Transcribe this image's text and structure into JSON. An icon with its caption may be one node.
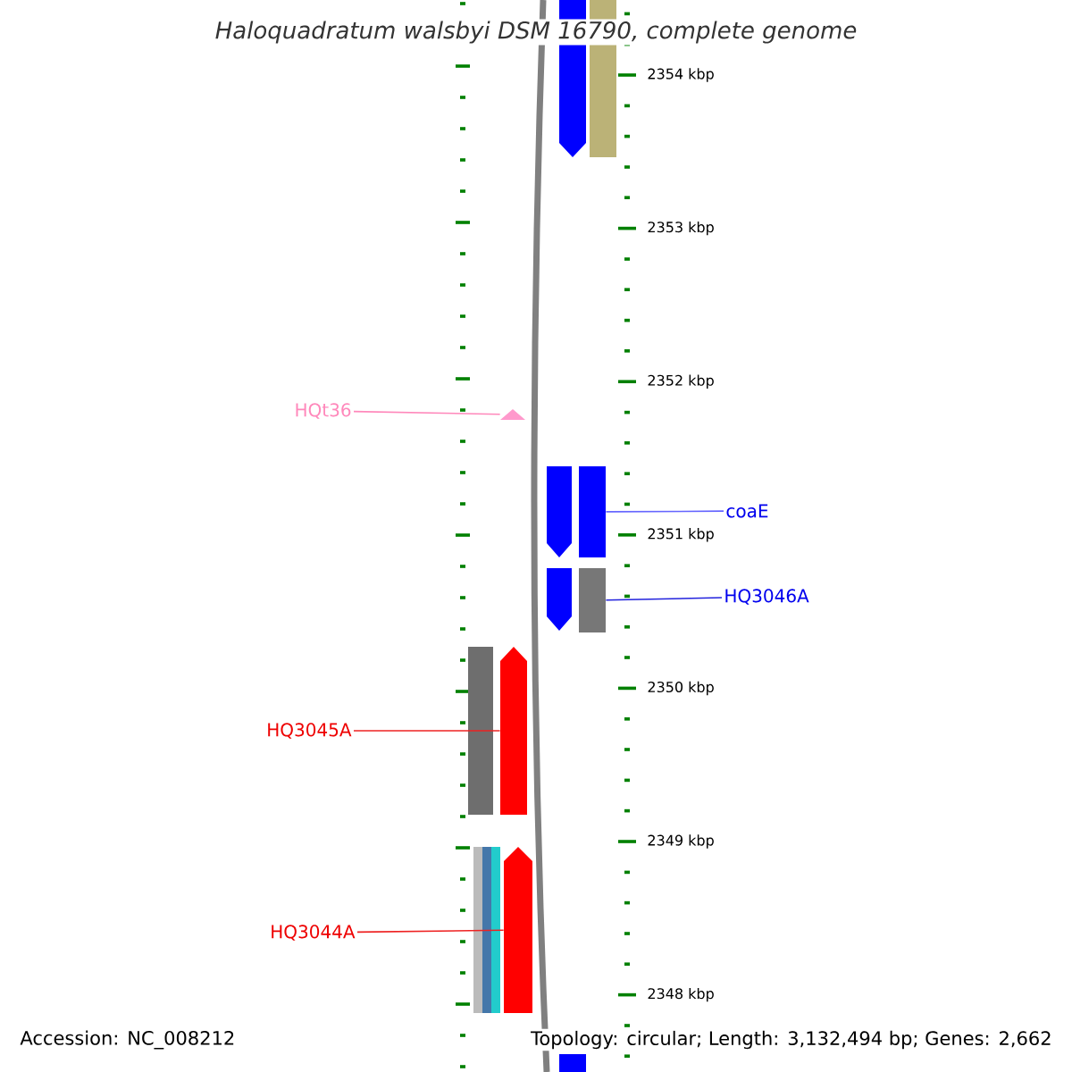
{
  "diagram": {
    "title": "Haloquadratum walsbyi DSM 16790, complete genome",
    "nodes": [
      {
        "text": [],
        "shape": "pentagon"
      },
      {
        "text": [],
        "shape": "bar"
      },
      {
        "text": [
          "HQt36"
        ]
      },
      {
        "text": [],
        "shape": "triangle"
      },
      {
        "text": [],
        "shape": "pentagon"
      },
      {
        "text": [
          "coaE"
        ]
      },
      {
        "text": [],
        "shape": "bar"
      },
      {
        "text": [],
        "shape": "pentagon"
      },
      {
        "text": [
          "HQ3046A"
        ]
      },
      {
        "text": [],
        "shape": "bar"
      },
      {
        "text": [],
        "shape": "bar"
      },
      {
        "text": [
          "HQ3045A"
        ]
      },
      {
        "text": [],
        "shape": "pentagon"
      },
      {
        "text": [],
        "shape": "bar"
      },
      {
        "text": [],
        "shape": "bar"
      },
      {
        "text": [],
        "shape": "bar"
      },
      {
        "text": [
          "HQ3044A"
        ]
      },
      {
        "text": [],
        "shape": "pentagon"
      },
      {
        "text": [],
        "shape": "bar"
      }
    ],
    "edges": [
      {
        "from": 2,
        "to": 3,
        "arrow": "none",
        "color": "#ff88bb"
      },
      {
        "from": 5,
        "to": 6,
        "arrow": "none",
        "color": "#6666ff"
      },
      {
        "from": 8,
        "to": 9,
        "arrow": "none",
        "color": "#2222dd"
      },
      {
        "from": 11,
        "to": 12,
        "arrow": "none",
        "color": "#ee2222"
      },
      {
        "from": 16,
        "to": 17,
        "arrow": "none",
        "color": "#ee2222"
      }
    ],
    "labels": [
      "2354 kbp",
      "2353 kbp",
      "2352 kbp",
      "2351 kbp",
      "2350 kbp",
      "2349 kbp",
      "2348 kbp",
      "Accession: NC_008212",
      "Topology: circular; Length: 3,132,494 bp; Genes: 2,662"
    ]
  }
}
